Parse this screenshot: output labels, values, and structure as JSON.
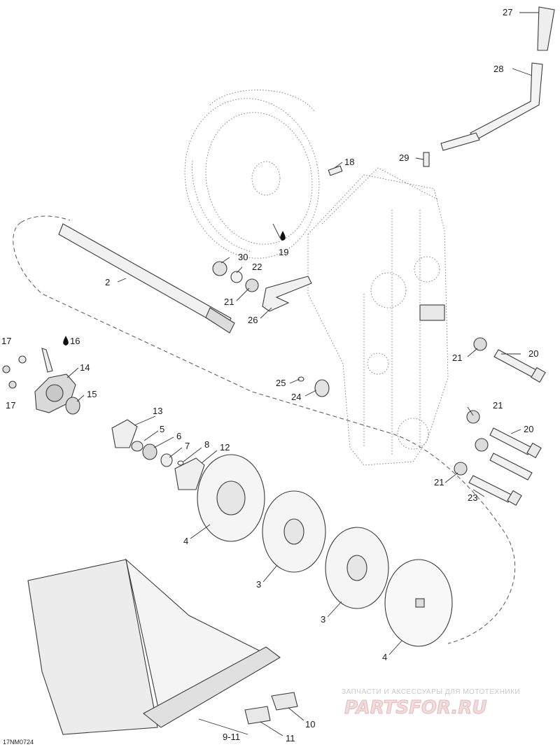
{
  "diagram": {
    "document_id": "17NM0724",
    "callouts": {
      "c2": "2",
      "c3a": "3",
      "c3b": "3",
      "c4a": "4",
      "c4b": "4",
      "c5": "5",
      "c6": "6",
      "c7": "7",
      "c8": "8",
      "c9_11": "9-11",
      "c10": "10",
      "c11": "11",
      "c12": "12",
      "c13": "13",
      "c14": "14",
      "c15": "15",
      "c16": "16",
      "c17a": "17",
      "c17b": "17",
      "c18": "18",
      "c19": "19",
      "c20a": "20",
      "c20b": "20",
      "c21a": "21",
      "c21b": "21",
      "c21c": "21",
      "c21d": "21",
      "c22": "22",
      "c23": "23",
      "c24": "24",
      "c25": "25",
      "c26": "26",
      "c27": "27",
      "c28": "28",
      "c29": "29",
      "c30": "30"
    }
  },
  "watermark": {
    "tagline": "ЗАПЧАСТИ И АКСЕССУАРЫ ДЛЯ МОТОТЕХНИКИ",
    "logo": "PARTSFOR.RU"
  }
}
